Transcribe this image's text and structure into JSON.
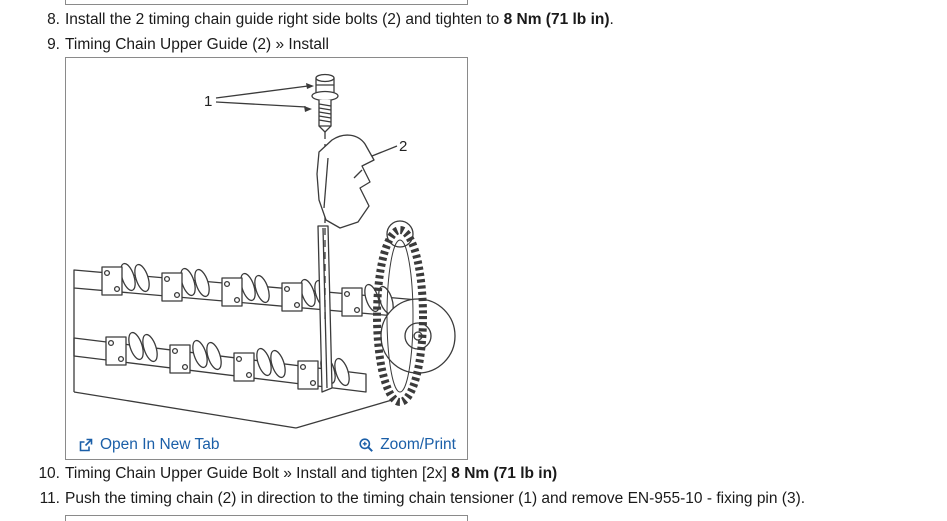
{
  "steps": {
    "s8": {
      "num": "8.",
      "pre": "Install the 2 timing chain guide right side bolts (2) and tighten to ",
      "bold": "8 Nm (71 lb in)",
      "post": "."
    },
    "s9": {
      "num": "9.",
      "pre": "Timing Chain Upper Guide (2) » Install",
      "bold": "",
      "post": ""
    },
    "s10": {
      "num": "10.",
      "pre": "Timing Chain Upper Guide Bolt » Install and tighten [2x] ",
      "bold": "8 Nm (71 lb in)",
      "post": ""
    },
    "s11": {
      "num": "11.",
      "pre": "Push the timing chain (2) in direction to the timing chain tensioner (1) and remove EN-955-10 - fixing pin  (3).",
      "bold": "",
      "post": ""
    }
  },
  "figure": {
    "callouts": {
      "bolt": "1",
      "guide": "2"
    },
    "toolbar": {
      "open_in_new_tab": "Open In New Tab",
      "zoom_print": "Zoom/Print"
    }
  },
  "colors": {
    "link_blue": "#1b5fa8",
    "frame_border": "#8a8a8a",
    "text": "#1a1a1a"
  }
}
